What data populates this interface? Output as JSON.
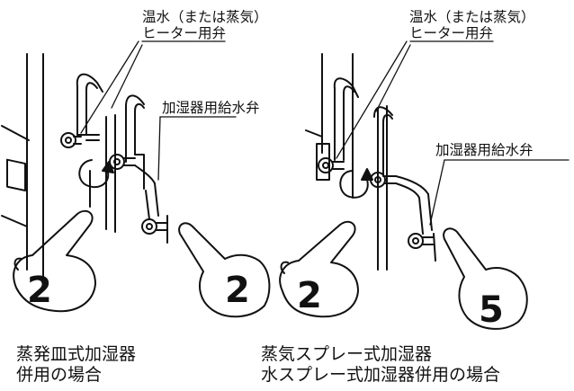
{
  "left_panel": {
    "valve_label_line1": "温水（または蒸気）",
    "valve_label_line2": "ヒーター用弁",
    "supply_valve_label": "加湿器用給水弁",
    "caption_line1": "蒸発皿式加湿器",
    "caption_line2": "併用の場合",
    "steps": [
      "2",
      "2"
    ]
  },
  "right_panel": {
    "valve_label_line1": "温水（または蒸気）",
    "valve_label_line2": "ヒーター用弁",
    "supply_valve_label": "加湿器用給水弁",
    "caption_line1": "蒸気スプレー式加湿器",
    "caption_line2": "水スプレー式加湿器併用の場合",
    "steps": [
      "2",
      "5"
    ]
  }
}
